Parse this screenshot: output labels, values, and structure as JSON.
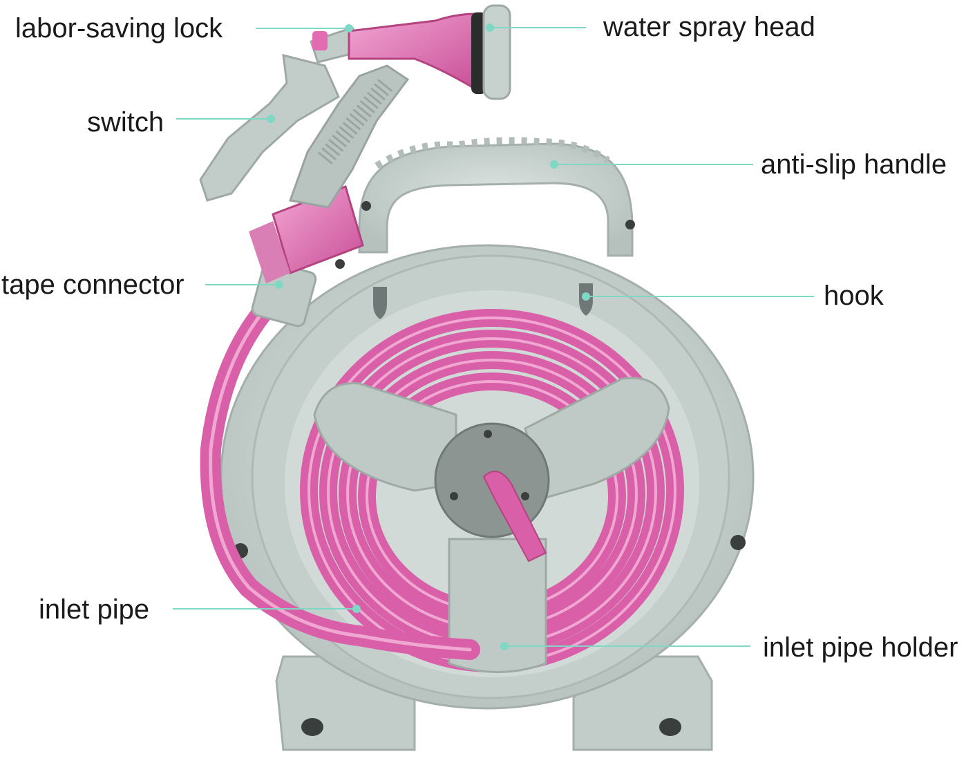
{
  "colors": {
    "body_gray": "#c9d3d0",
    "body_gray_dark": "#9fa9a6",
    "hose_pink": "#d95fa8",
    "hose_pink_light": "#ee9bcf",
    "hub_dark": "#8d9593",
    "leader_line": "#7fd8c4",
    "label_text": "#1a1a1a"
  },
  "callouts": [
    {
      "id": "labor-saving-lock",
      "label": "labor-saving lock"
    },
    {
      "id": "water-spray-head",
      "label": "water spray head"
    },
    {
      "id": "switch",
      "label": "switch"
    },
    {
      "id": "anti-slip-handle",
      "label": "anti-slip handle"
    },
    {
      "id": "tape-connector",
      "label": "tape connector"
    },
    {
      "id": "hook",
      "label": "hook"
    },
    {
      "id": "inlet-pipe",
      "label": "inlet pipe"
    },
    {
      "id": "inlet-pipe-holder",
      "label": "inlet pipe holder"
    }
  ]
}
